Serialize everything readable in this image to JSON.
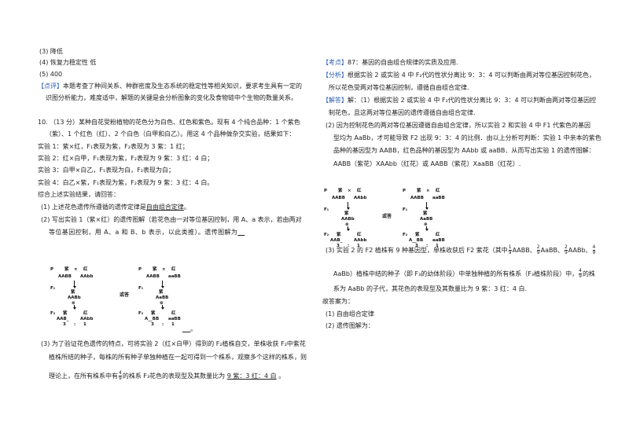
{
  "left": {
    "lines_top": [
      "(3) 降低",
      "(4) 恢复力稳定性     低",
      "(5) 400"
    ],
    "comment_tag": "【点评】",
    "comment_l1": "本题考查了种间关系、种群密度及生态系统的稳定性等相关知识，要求考生具有一定的",
    "comment_l2": "识图分析能力，难度适中，解题的关键是会分析图象的变化及食物链中个生物的数量关系。",
    "q10_l1": "10.   （13 分）某种自花受粉植物的花色分为白色、红色和紫色。现有 4 个纯合品种：1 个紫色",
    "q10_l2": "（紫）、1 个红色（红）、2 个白色（白甲和白乙）。用这 4 个品种做杂交实验，结果如下：",
    "exp1": "实验 1：紫×红，F₁表现为紫，F₂表现为 3 紫：1 红；",
    "exp2": "实验 2：红×白甲，F₁表现为紫，F₂表现为 9 紫：3 红：4 白；",
    "exp3": "实验 3：白甲×白乙，F₁表现为白，F₂表现为白；",
    "exp4": "实验 4：白乙×紫，F₁表现为紫，F₂表现为 9 紫：3 红：4 白。",
    "summary": "综合上述实验结果，请回答：",
    "a1_prefix": "(1) 上述花色遗传所遵循的遗传定律是",
    "a1_answer": "自由组合定律",
    "a1_suffix": "。",
    "a2_l1": "(2) 写出实验 1（紫×红）的遗传图解（若花色由一对等位基因控制，用 A、a 表示，若由两对",
    "a2_l2": "等位基因控制，用 A、a 和 B、b 表示，以此类推）。遗传图解为",
    "a2_blank": "__",
    "or_label": "或答",
    "a2_tail": "。",
    "a3_l1": "(3) 为了验证花色遗传的特点，可将实验 2（红×白甲）得到的 F₂植株自交，单株收获 F₂中紫花",
    "a3_l2": "植株所结的种子，每株的所有种子单独种植在一起可得到一个株系，观察多个这样的株系，则",
    "a3_l3a": "理论上，在所有株系中有",
    "a3_frac_n": "4",
    "a3_frac_d": "9",
    "a3_l3b": "的株系 F₃花色的表现型及其数量比为",
    "a3_answer": "9 紫：3 红：4 白",
    "a3_end": "。"
  },
  "right": {
    "kd_tag": "【考点】",
    "kd_text": "87：基因的自由组合规律的实质及应用.",
    "an_tag": "【分析】",
    "an_l1": "根据实验 2 或实验 4 中 F₂代的性状分离比 9：3：4 可以判断由两对等位基因控制花色，",
    "an_l2": "所以花色受两对等位基因控制，遵循自由组合定律.",
    "ans_tag": "【解答】",
    "ans_l1": "解：（1）根据实验 2 或实验 4 中 F₂代的性状分离比 9：3：4 可以判断由两对等位基因控",
    "ans_l2": "制花色，且这两对等位基因的遗传遵循自由组合定律.",
    "ans_l3": "(2) 因为控制花色的两对等位基因遵循自由组合定律，所以实验 2 和实验 4 中 F1 代紫色的基因",
    "ans_l4": "型均为 AaBb，才可能导致 F2 出现 9：3：4 的比例．由以上分析可判断：实验 1 中亲本的紫色",
    "ans_l5": "品种的基因型为 AABB，红色品种的基因型为 AAbb 或 aaBB．从而写出实验 1 的遗传图解：",
    "ans_l6": "AABB（紫花）XAAbb（红花）或 AABB（紫花）XaaBB（红花）.",
    "or_label": "或答",
    "ans3_a": "(3) 实验 2 的 F2 植株有 9 种基因型，单株收获后 F2 紫花（其中",
    "f1_n": "1",
    "f1_d": "9",
    "f1_t": "AABB、",
    "f2_n": "2",
    "f2_d": "9",
    "f2_t": "AaBB、",
    "f3_n": "2",
    "f3_d": "9",
    "f3_t": "AABb、",
    "f4_n": "4",
    "f4_d": "9",
    "ans3_b": "AaBb）植株中结的种子（即 F₃的幼体阶段）中单独种植的所有株系（F₃植株阶段）中，",
    "f5_n": "4",
    "f5_d": "9",
    "ans3_b2": "的株",
    "ans3_c": "系为 AaBb 的子代，其花色的表现型及其数量比为 9 紫：3 红：4 白.",
    "final": "故答案为：",
    "final1": "(1) 自由组合定律",
    "final2": "(2) 遗传图解为："
  },
  "diagram": {
    "P": "P",
    "F1": "F₁",
    "F2": "F₂",
    "zi": "紫",
    "cross": "×",
    "hong": "红",
    "AABB": "AABB",
    "AAbb": "AAbb",
    "aaBB": "aaBB",
    "AABb": "AABb",
    "AaBB": "AaBB",
    "selfing": "⊗",
    "AAB_": "AAB_",
    "AAbb2": "AAbb",
    "A_BB": "A__BB",
    "aaBB2": "aaBB",
    "r3": "3",
    "colon": ":",
    "r1": "1"
  }
}
